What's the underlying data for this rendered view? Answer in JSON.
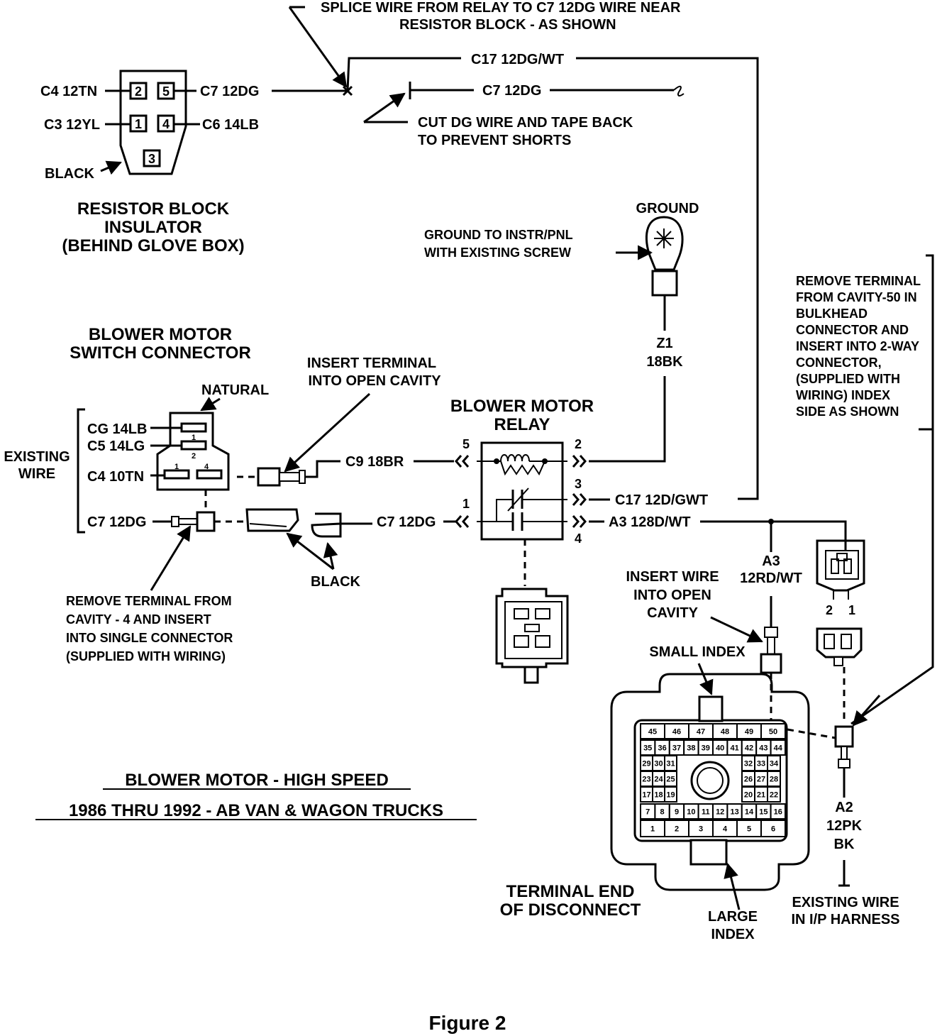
{
  "callouts": {
    "splice_line1": "SPLICE WIRE FROM RELAY TO C7 12DG WIRE NEAR",
    "splice_line2": "RESISTOR BLOCK - AS SHOWN",
    "cut_line1": "CUT DG WIRE AND TAPE BACK",
    "cut_line2": "TO PREVENT SHORTS",
    "ground_to_line1": "GROUND TO INSTR/PNL",
    "ground_to_line2": "WITH EXISTING SCREW",
    "insert_term_line1": "INSERT TERMINAL",
    "insert_term_line2": "INTO OPEN CAVITY",
    "remove50": [
      "REMOVE TERMINAL",
      "FROM CAVITY-50 IN",
      "BULKHEAD",
      "CONNECTOR AND",
      "INSERT INTO 2-WAY",
      "CONNECTOR,",
      "(SUPPLIED WITH",
      "WIRING) INDEX",
      "SIDE AS SHOWN"
    ],
    "remove4": [
      "REMOVE TERMINAL FROM",
      "CAVITY - 4 AND INSERT",
      "INTO SINGLE CONNECTOR",
      "(SUPPLIED WITH WIRING)"
    ],
    "insert_wire": [
      "INSERT WIRE",
      "INTO OPEN",
      "CAVITY"
    ],
    "existing_ip": [
      "EXISTING WIRE",
      "IN I/P HARNESS"
    ]
  },
  "resistor_block": {
    "title": [
      "RESISTOR BLOCK",
      "INSULATOR",
      "(BEHIND GLOVE BOX)"
    ],
    "cavities": [
      "2",
      "5",
      "1",
      "4",
      "3"
    ],
    "wires": {
      "c4": "C4 12TN",
      "c7": "C7 12DG",
      "c3": "C3 12YL",
      "c6": "C6 14LB",
      "black": "BLACK"
    }
  },
  "wires": {
    "c17_top": "C17 12DG/WT",
    "c7_mid": "C7 12DG",
    "c9": "C9 18BR",
    "c7_relay": "C7 12DG",
    "c17_relay": "C17 12D/GWT",
    "a3_relay": "A3 128D/WT",
    "z1": "Z1",
    "z1_gauge": "18BK",
    "a3_label": "A3",
    "a3_gauge": "12RD/WT",
    "a2_label": "A2",
    "a2_gauge": "12PK",
    "a2_color": "BK"
  },
  "ground": {
    "label": "GROUND"
  },
  "switch_connector": {
    "title": [
      "BLOWER MOTOR",
      "SWITCH CONNECTOR"
    ],
    "natural": "NATURAL",
    "existing": [
      "EXISTING",
      "WIRE"
    ],
    "wires": {
      "cg": "CG 14LB",
      "c5": "C5 14LG",
      "c4": "C4 10TN",
      "c7": "C7 12DG"
    },
    "pins": [
      "1",
      "2",
      "1",
      "4"
    ],
    "black": "BLACK"
  },
  "relay": {
    "title": [
      "BLOWER MOTOR",
      "RELAY"
    ],
    "pins": {
      "p5": "5",
      "p2": "2",
      "p3": "3",
      "p1": "1",
      "p4": "4"
    }
  },
  "two_way": {
    "pins": [
      "2",
      "1"
    ]
  },
  "disconnect": {
    "small_index": "SMALL INDEX",
    "large_index": [
      "LARGE",
      "INDEX"
    ],
    "caption": [
      "TERMINAL END",
      "OF DISCONNECT"
    ],
    "row1": [
      "45",
      "46",
      "47",
      "48",
      "49",
      "50"
    ],
    "row2": [
      "35",
      "36",
      "37",
      "38",
      "39",
      "40",
      "41",
      "42",
      "43",
      "44"
    ],
    "row3_left": [
      "29",
      "30",
      "31"
    ],
    "row3_right": [
      "32",
      "33",
      "34"
    ],
    "row4_left": [
      "23",
      "24",
      "25"
    ],
    "row4_right": [
      "26",
      "27",
      "28"
    ],
    "row5_left": [
      "17",
      "18",
      "19"
    ],
    "row5_right": [
      "20",
      "21",
      "22"
    ],
    "row6": [
      "7",
      "8",
      "9",
      "10",
      "11",
      "12",
      "13",
      "14",
      "15",
      "16"
    ],
    "row7": [
      "1",
      "2",
      "3",
      "4",
      "5",
      "6"
    ]
  },
  "title": {
    "line1": "BLOWER MOTOR - HIGH SPEED",
    "line2": "1986 THRU 1992 - AB VAN & WAGON TRUCKS"
  },
  "figure_caption": "Figure 2"
}
